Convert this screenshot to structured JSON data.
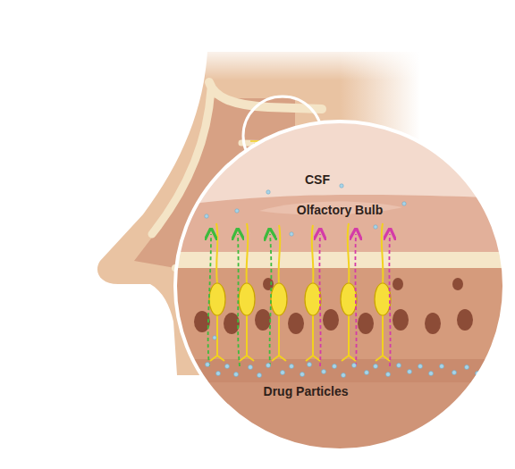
{
  "diagram": {
    "labels": [
      "CSF",
      "Olfactory Bulb",
      "Drug Particles"
    ]
  }
}
